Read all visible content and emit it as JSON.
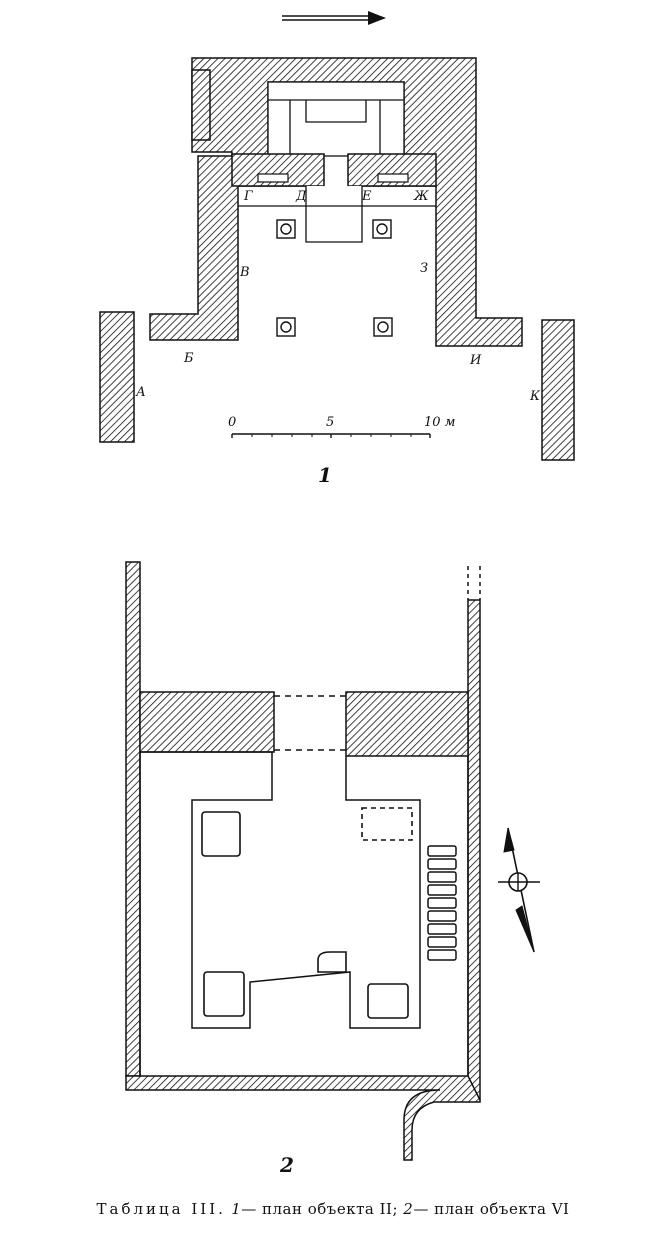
{
  "plan1": {
    "number": "1",
    "room_labels": {
      "a": "А",
      "b": "Б",
      "v": "В",
      "g": "Г",
      "d": "Д",
      "e": "Е",
      "zh": "Ж",
      "z": "З",
      "i": "И",
      "k": "К"
    },
    "scale_bar": {
      "tick_0": "0",
      "tick_5": "5",
      "tick_10": "10 м"
    }
  },
  "plan2": {
    "number": "2"
  },
  "caption": {
    "prefix": "Таблица III.",
    "n1": "1",
    "t1": "— план объекта II;",
    "n2": "2",
    "t2": "— план объекта VI"
  },
  "colors": {
    "ink": "#111111",
    "background": "#ffffff"
  },
  "icons": [
    "direction-arrow-icon",
    "north-compass-icon"
  ]
}
